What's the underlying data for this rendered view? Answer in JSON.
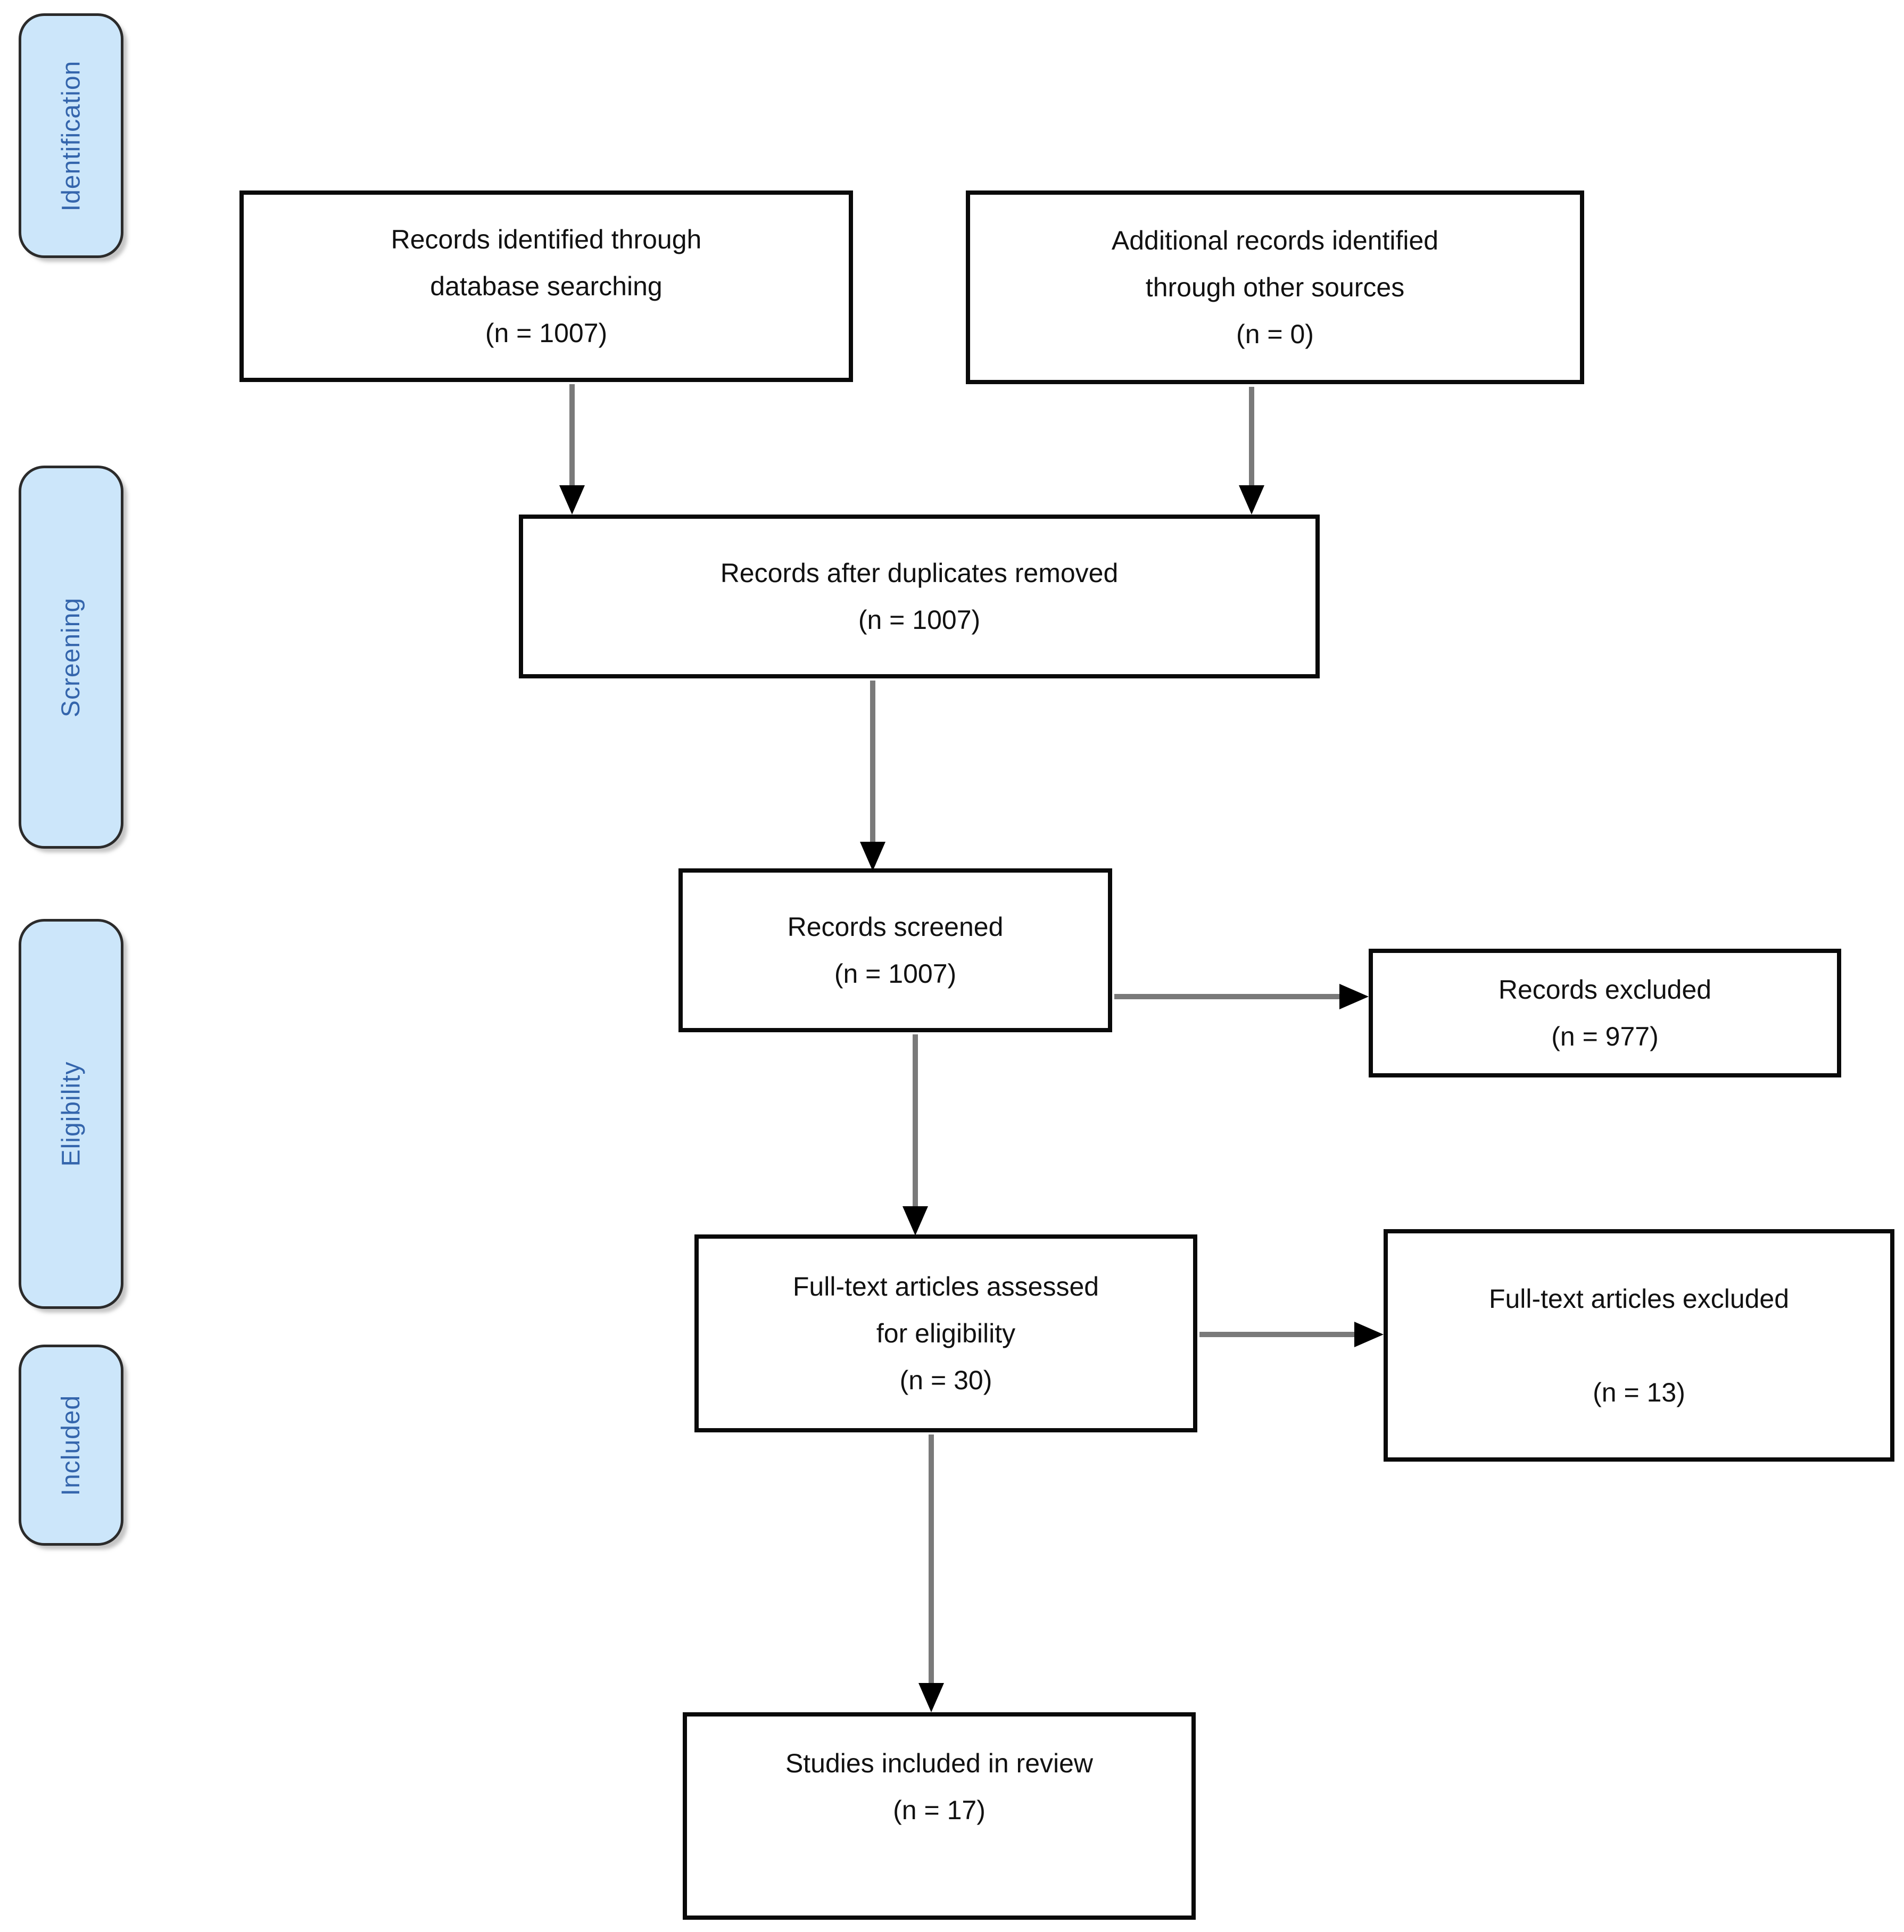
{
  "diagram": {
    "type": "PRISMA flow diagram",
    "background_color": "#ffffff"
  },
  "sidebar": {
    "fill_color": "#cce6fa",
    "border_color": "#2b2b2b",
    "text_color": "#3465ac",
    "stages": [
      {
        "label": "Identification"
      },
      {
        "label": "Screening"
      },
      {
        "label": "Eligibility"
      },
      {
        "label": "Included"
      }
    ]
  },
  "boxes": {
    "records_identified": {
      "stage": "Identification",
      "n": 1007,
      "lines": [
        "Records identified through",
        "database searching",
        "(n = 1007)"
      ]
    },
    "additional_records": {
      "stage": "Identification",
      "n": 0,
      "lines": [
        "Additional records identified",
        "through other sources",
        "(n = 0)"
      ]
    },
    "after_duplicates": {
      "stage": "Screening",
      "n": 1007,
      "lines": [
        "Records after duplicates removed",
        "(n = 1007)"
      ]
    },
    "records_screened": {
      "stage": "Screening",
      "n": 1007,
      "lines": [
        "Records screened",
        "(n = 1007)"
      ]
    },
    "records_excluded": {
      "stage": "Screening",
      "n": 977,
      "lines": [
        "Records excluded",
        "(n = 977)"
      ]
    },
    "fulltext_assessed": {
      "stage": "Eligibility",
      "n": 30,
      "lines": [
        "Full-text articles assessed",
        "for eligibility",
        "(n = 30)"
      ]
    },
    "fulltext_excluded": {
      "stage": "Eligibility",
      "n": 13,
      "lines": [
        "Full-text articles excluded",
        " ",
        "(n = 13)"
      ]
    },
    "studies_included": {
      "stage": "Included",
      "n": 17,
      "lines": [
        "Studies included in review",
        "(n = 17)"
      ]
    }
  },
  "flow": [
    {
      "from": "records_identified",
      "to": "after_duplicates"
    },
    {
      "from": "additional_records",
      "to": "after_duplicates"
    },
    {
      "from": "after_duplicates",
      "to": "records_screened"
    },
    {
      "from": "records_screened",
      "to": "records_excluded"
    },
    {
      "from": "records_screened",
      "to": "fulltext_assessed"
    },
    {
      "from": "fulltext_assessed",
      "to": "fulltext_excluded"
    },
    {
      "from": "fulltext_assessed",
      "to": "studies_included"
    }
  ],
  "colors": {
    "box_fill": "#ffffff",
    "box_border": "#0a0a0a",
    "box_text": "#111111",
    "arrow_line": "#7a7a7a",
    "arrow_head": "#000000"
  }
}
